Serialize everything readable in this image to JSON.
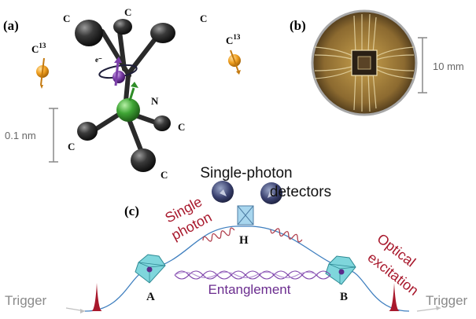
{
  "panel_a": {
    "label": "(a)",
    "carbon": "C",
    "nitrogen": "N",
    "electron": "e⁻",
    "c13": "C",
    "c13_sup": "13",
    "scale": "0.1 nm"
  },
  "panel_b": {
    "label": "(b)",
    "scale": "10 mm"
  },
  "panel_c": {
    "label": "(c)",
    "detectors_line1": "Single-photon",
    "detectors_line2": "detectors",
    "single_photon_line1": "Single",
    "single_photon_line2": "photon",
    "optical_line1": "Optical",
    "optical_line2": "excitation",
    "node_h": "H",
    "node_a": "A",
    "node_b": "B",
    "entanglement": "Entanglement",
    "trigger": "Trigger"
  },
  "colors": {
    "carbon": "#333333",
    "nitrogen": "#3fa535",
    "electron_spin": "#7b3fa8",
    "c13_spin": "#f0a020",
    "red_label": "#a8182c",
    "entanglement": "#6b2d8f",
    "path_line": "#3f7fbf",
    "diamond": "#7fd6dc",
    "trigger_gray": "#8a8a8a"
  }
}
